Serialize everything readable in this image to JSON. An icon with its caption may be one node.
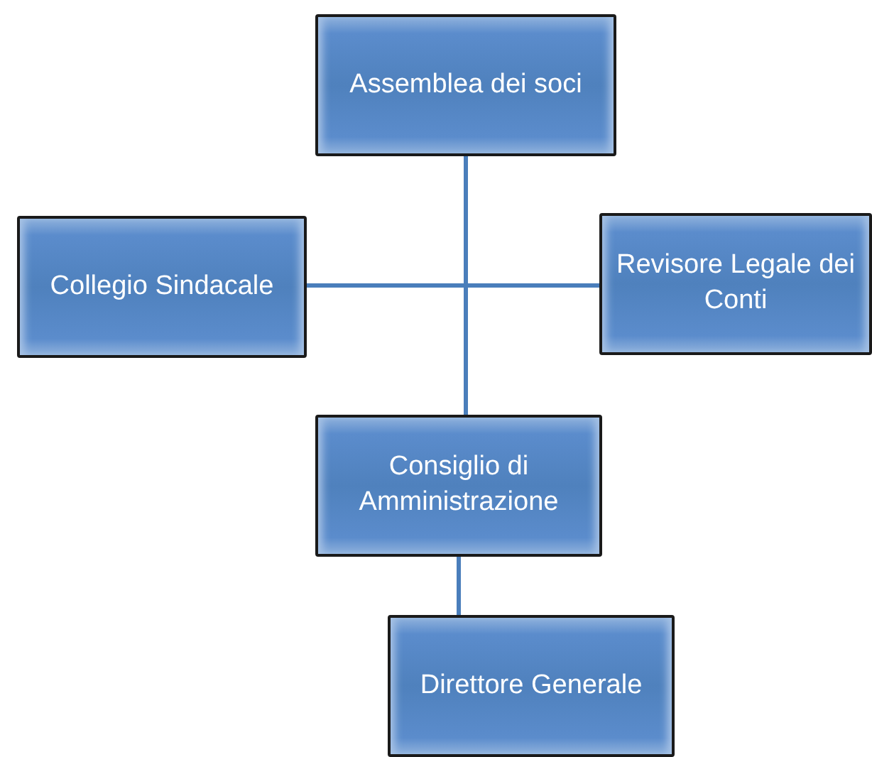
{
  "diagram": {
    "nodes": [
      {
        "text": [
          "Assemblea dei soci"
        ]
      },
      {
        "text": [
          "Collegio Sindacale"
        ]
      },
      {
        "text": [
          "Revisore Legale dei Conti"
        ]
      },
      {
        "text": [
          "Consiglio di Amministrazione"
        ]
      },
      {
        "text": [
          "Direttore Generale"
        ]
      }
    ],
    "edges": [
      {
        "from": 0,
        "to": 3,
        "arrow": "none"
      },
      {
        "from": 1,
        "to": 2,
        "arrow": "none"
      },
      {
        "from": 3,
        "to": 4,
        "arrow": "none"
      }
    ]
  }
}
